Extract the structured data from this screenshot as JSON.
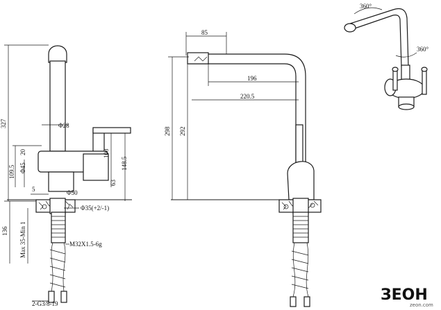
{
  "left_view": {
    "total_height": "327",
    "spout_diameter": "Φ28",
    "handle_offset": "20",
    "body_diameter": "Φ45",
    "body_height": "109.5",
    "handle_height": "108",
    "overall_height": "148.5",
    "side_offset": "63",
    "gap": "5",
    "base_diameter": "Φ50",
    "hole_diameter": "Φ35(+2/-1)",
    "below_counter": "136",
    "counter_thickness": "Max 35-Min 1",
    "thread": "M32X1.5-6g",
    "hose_thread": "2-G3/8-19"
  },
  "right_view": {
    "top_width": "85",
    "reach_196": "196",
    "reach_220": "220.5",
    "height_298": "298",
    "height_292": "292"
  },
  "perspective": {
    "rotation_top": "360°",
    "rotation_body": "360°"
  },
  "brand": {
    "logo": "ЗЕОН",
    "sub": "zeon.com"
  }
}
